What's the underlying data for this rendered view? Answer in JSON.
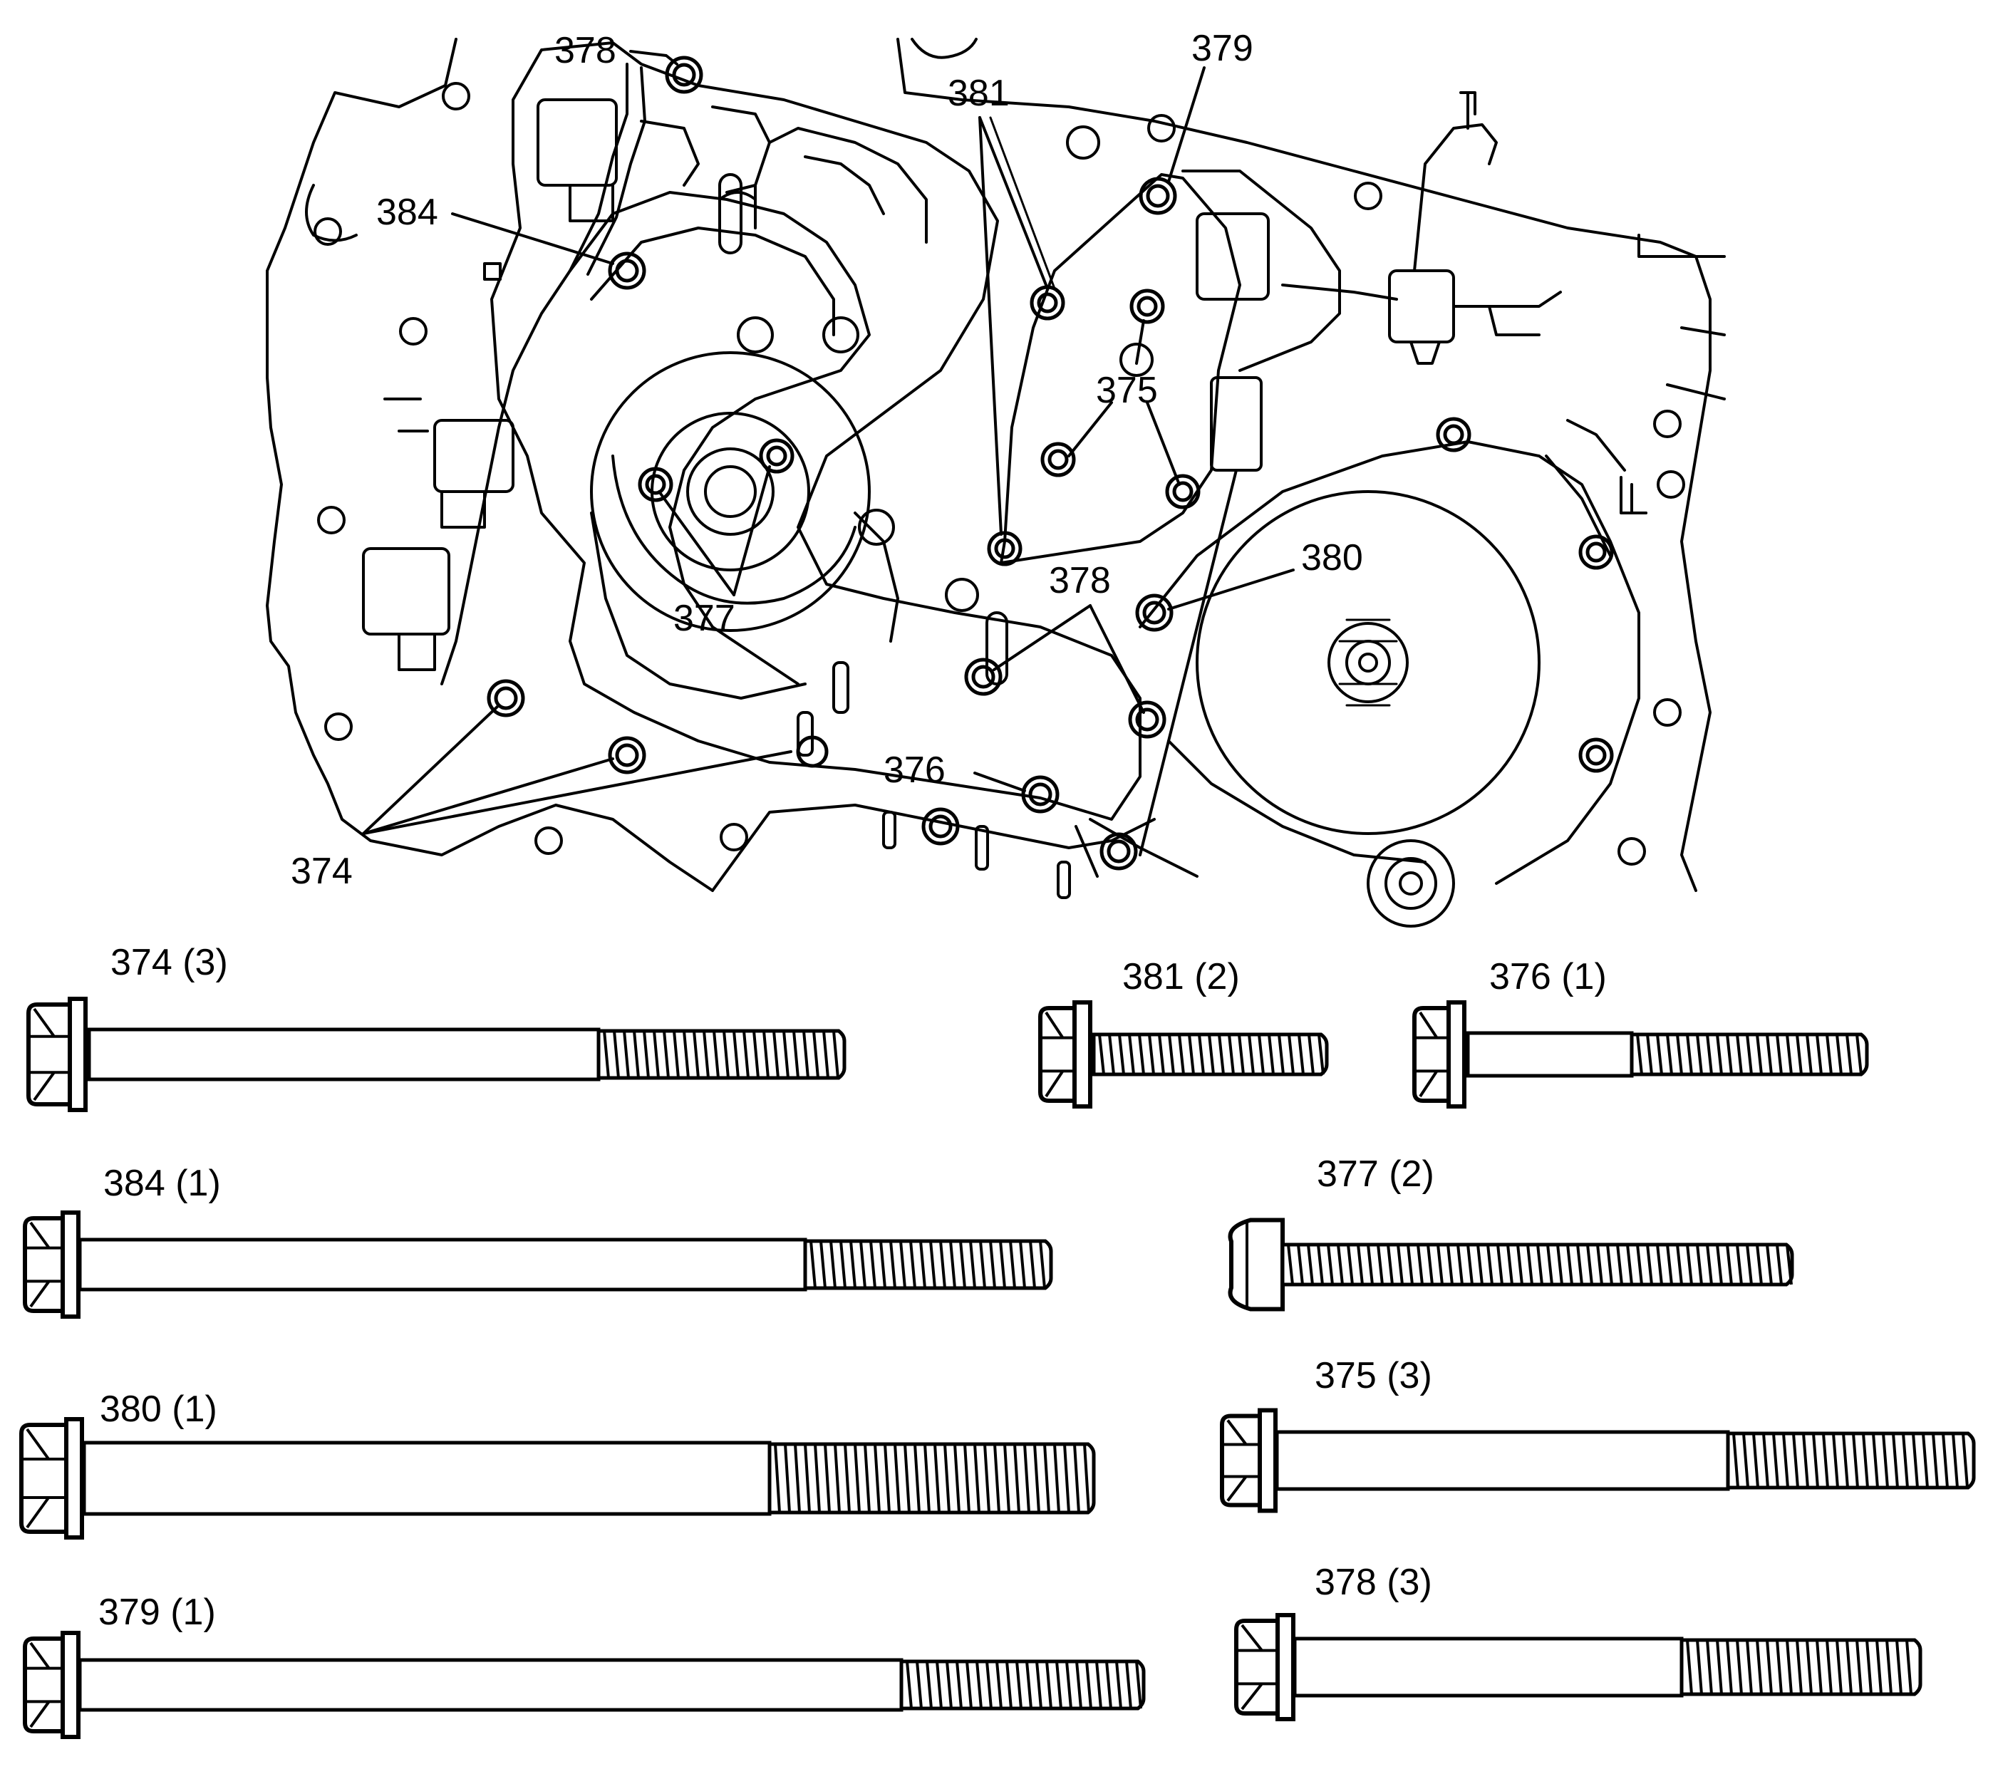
{
  "diagram": {
    "callouts": {
      "c378_top": "378",
      "c379": "379",
      "c381": "381",
      "c384": "384",
      "c375": "375",
      "c380": "380",
      "c378_mid": "378",
      "c377": "377",
      "c376": "376",
      "c374": "374"
    },
    "bolts": [
      {
        "id": "374",
        "label": "374 (3)"
      },
      {
        "id": "381",
        "label": "381 (2)"
      },
      {
        "id": "376",
        "label": "376 (1)"
      },
      {
        "id": "384",
        "label": "384 (1)"
      },
      {
        "id": "377",
        "label": "377 (2)"
      },
      {
        "id": "380",
        "label": "380 (1)"
      },
      {
        "id": "375",
        "label": "375 (3)"
      },
      {
        "id": "379",
        "label": "379 (1)"
      },
      {
        "id": "378",
        "label": "378 (3)"
      }
    ]
  }
}
